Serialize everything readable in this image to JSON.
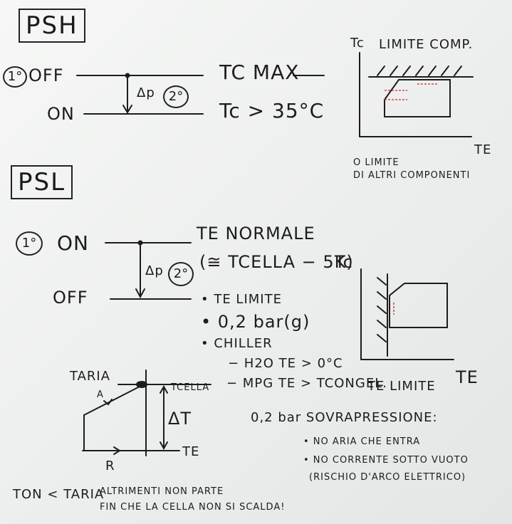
{
  "psh": {
    "title": "PSH",
    "step1": "1°",
    "off": "OFF",
    "on": "ON",
    "delta": "Δp",
    "step2": "2°",
    "tc_max": "TC MAX",
    "tc_cond": "Tc > 35°C",
    "graph_tc": "Tc",
    "graph_title": "LIMITE COMP.",
    "graph_te": "TE",
    "note_line1": "O LIMITE",
    "note_line2": "DI ALTRI COMPONENTI"
  },
  "psl": {
    "title": "PSL",
    "step1": "1°",
    "on": "ON",
    "off": "OFF",
    "delta": "Δp",
    "step2": "2°",
    "te_normale": "TE NORMALE",
    "approx": "(≅ TCELLA − 5K)",
    "graph_tc": "Tc",
    "bullet1": "• TE LIMITE",
    "bullet2": "• 0,2 bar(g)",
    "bullet3": "• CHILLER",
    "chiller_h2o": "− H2O TE > 0°C",
    "chiller_mpg": "− MPG TE > TCONGEL.",
    "graph_te_limite": "TE LIMITE",
    "graph_te": "TE"
  },
  "diagram": {
    "t_aria": "TARIA",
    "t_cella": "TCELLA",
    "label_a": "A",
    "delta_t": "ΔT",
    "t_e": "TE",
    "label_r": "R"
  },
  "overpressure": {
    "title": "0,2 bar SOVRAPRESSIONE:",
    "item1": "• NO ARIA CHE ENTRA",
    "item2": "• NO CORRENTE SOTTO VUOTO",
    "item3": "(RISCHIO D'ARCO ELETTRICO)"
  },
  "footer": {
    "left": "TON < TARIA",
    "right1": "ALTRIMENTI NON PARTE",
    "right2": "FIN CHE LA CELLA NON SI SCALDA!"
  },
  "colors": {
    "ink": "#1c1c1c",
    "marker_red": "#d9463e"
  }
}
